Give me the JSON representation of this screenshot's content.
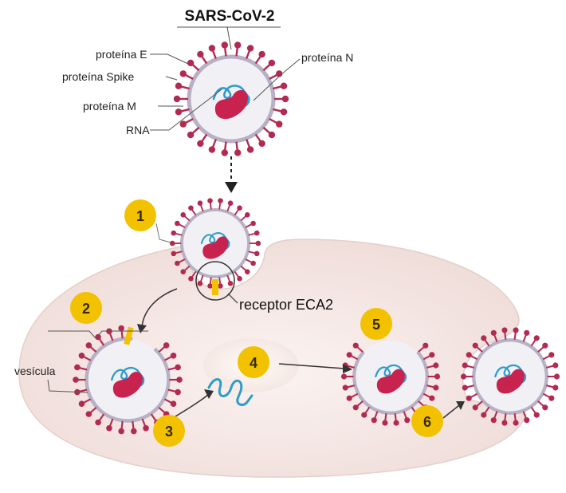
{
  "title": "SARS-CoV-2",
  "labels": {
    "protein_e": "proteína E",
    "protein_spike": "proteína Spike",
    "protein_m": "proteína M",
    "rna": "RNA",
    "protein_n": "proteína N",
    "receptor": "receptor ECA2",
    "vesicle": "vesícula"
  },
  "steps": [
    "1",
    "2",
    "3",
    "4",
    "5",
    "6"
  ],
  "colors": {
    "spike": "#b22a52",
    "envelope": "#b8b0c4",
    "interior": "#f1f1f5",
    "rna": "#2d9ccc",
    "n_protein": "#c8234f",
    "cell": "#f3e6e3",
    "receptor": "#f2c200",
    "badge": "#f2c200"
  }
}
